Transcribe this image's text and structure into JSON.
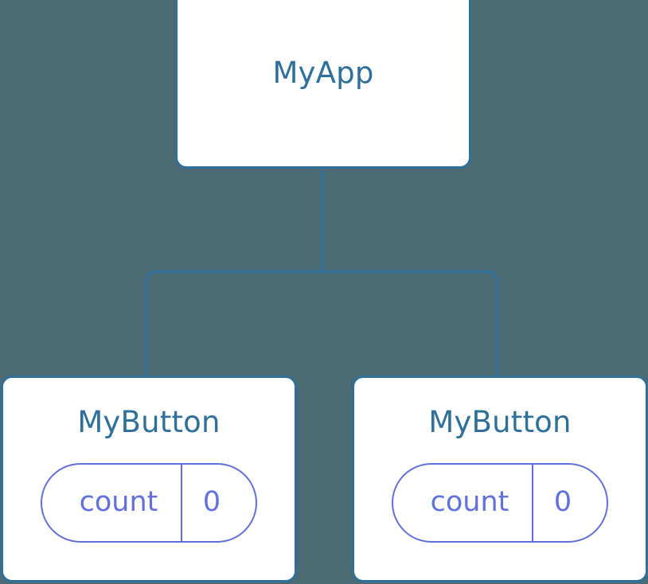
{
  "diagram": {
    "type": "component-tree",
    "background_color": "#4c6a74",
    "node_border_color": "#2e7099",
    "node_fill_color": "#ffffff",
    "title_color": "#2e7099",
    "state_color": "#6170db",
    "edge_color": "#2e7099"
  },
  "root": {
    "name": "MyApp"
  },
  "children": [
    {
      "name": "MyButton",
      "state": {
        "key": "count",
        "value": "0"
      }
    },
    {
      "name": "MyButton",
      "state": {
        "key": "count",
        "value": "0"
      }
    }
  ]
}
